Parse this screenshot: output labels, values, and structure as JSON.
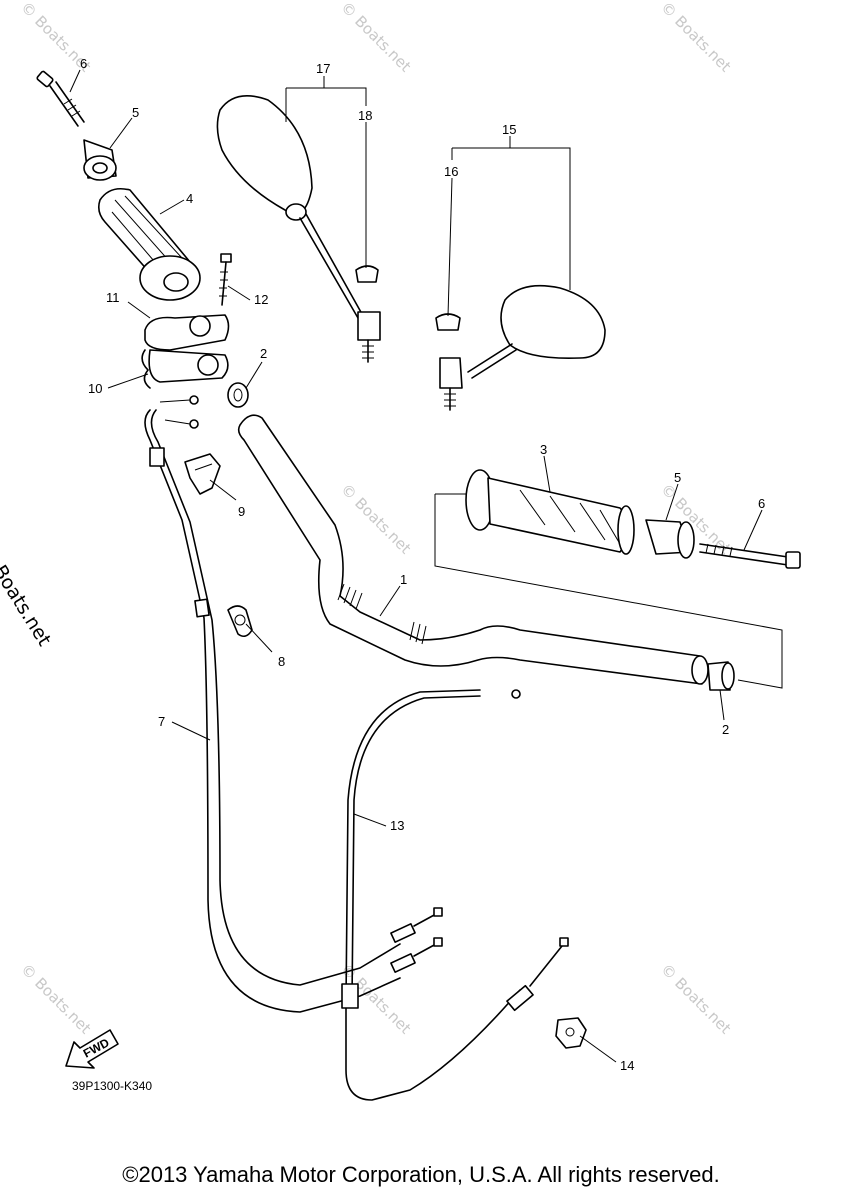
{
  "watermark": "© Boats.net",
  "side_watermark": "© Boats.net",
  "diagram_ref": "39P1300-K340",
  "fwd_label": "FWD",
  "copyright": "©2013 Yamaha Motor Corporation, U.S.A. All rights reserved.",
  "callouts": {
    "c1": "1",
    "c2a": "2",
    "c2b": "2",
    "c3": "3",
    "c4": "4",
    "c5a": "5",
    "c5b": "5",
    "c6a": "6",
    "c6b": "6",
    "c7": "7",
    "c8": "8",
    "c9": "9",
    "c10": "10",
    "c11": "11",
    "c12": "12",
    "c13": "13",
    "c14": "14",
    "c15": "15",
    "c16": "16",
    "c17": "17",
    "c18": "18"
  }
}
